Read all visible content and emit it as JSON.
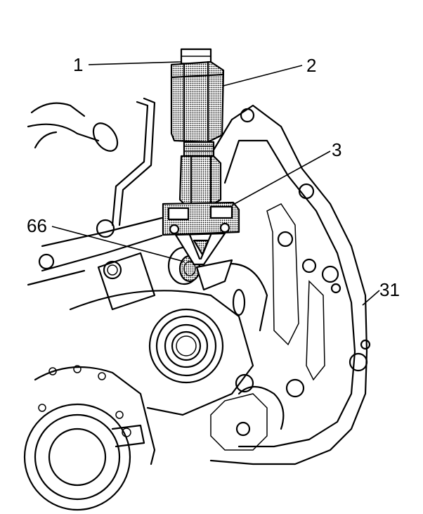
{
  "diagram": {
    "callouts": [
      {
        "id": "c1",
        "label": "1"
      },
      {
        "id": "c2",
        "label": "2"
      },
      {
        "id": "c3",
        "label": "3"
      },
      {
        "id": "c66",
        "label": "66"
      },
      {
        "id": "c31",
        "label": "31"
      }
    ]
  }
}
